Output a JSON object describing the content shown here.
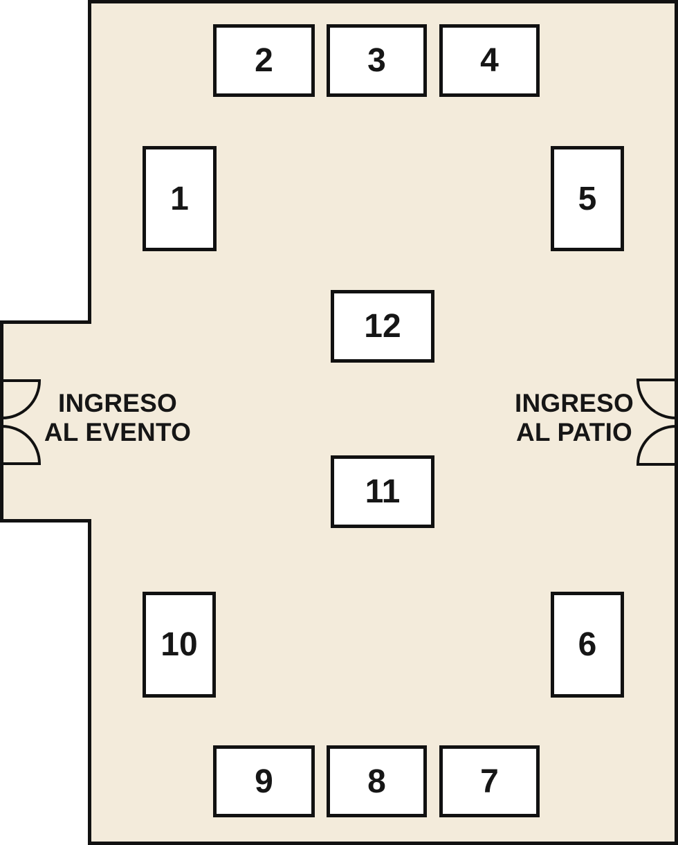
{
  "palette": {
    "floor": "#f3ebdb",
    "wall": "#111111",
    "booth_fill": "#ffffff",
    "ink": "#161616",
    "page_background": "#ffffff"
  },
  "icons": {
    "left_door": "double-door-swing",
    "right_door": "double-door-swing"
  },
  "entrances": {
    "event": {
      "line1": "INGRESO",
      "line2": "AL EVENTO"
    },
    "patio": {
      "line1": "INGRESO",
      "line2": "AL PATIO"
    }
  },
  "booths": [
    {
      "label": "1"
    },
    {
      "label": "2"
    },
    {
      "label": "3"
    },
    {
      "label": "4"
    },
    {
      "label": "5"
    },
    {
      "label": "6"
    },
    {
      "label": "7"
    },
    {
      "label": "8"
    },
    {
      "label": "9"
    },
    {
      "label": "10"
    },
    {
      "label": "11"
    },
    {
      "label": "12"
    }
  ]
}
